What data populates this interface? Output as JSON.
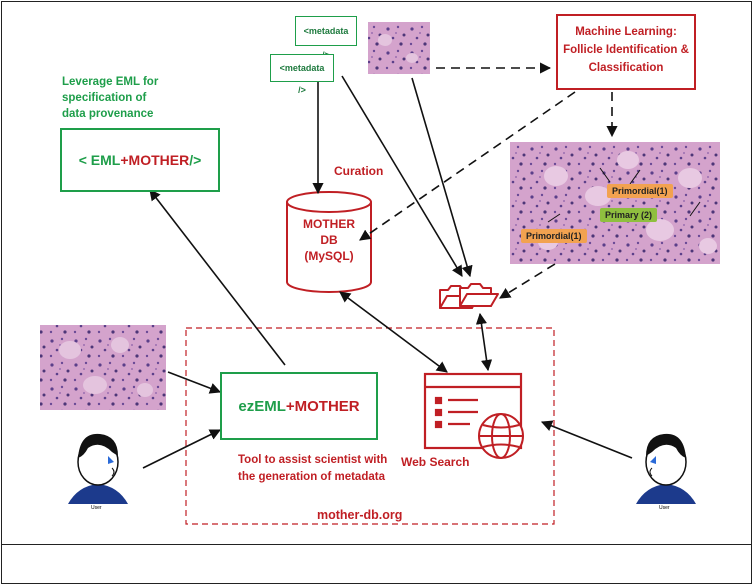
{
  "provenance_text": [
    "Leverage EML for",
    "specification of",
    "data provenance"
  ],
  "eml_box": {
    "prefix": "< EML",
    "plus": "+",
    "mother": "MOTHER",
    "suffix": " />"
  },
  "metadata_tag": "<metadata />",
  "ml_box": [
    "Machine Learning:",
    "Follicle Identification &",
    "Classification"
  ],
  "curation": "Curation",
  "db": [
    "MOTHER",
    "DB",
    "(MySQL)"
  ],
  "histology_labels": {
    "primordial_left": "Primordial(1)",
    "primordial_top": "Primordial(1)",
    "primary": "Primary (2)"
  },
  "ezeml_box": {
    "ez": "ezEML",
    "plus": "+",
    "mother": "MOTHER"
  },
  "tool_text": [
    "Tool to assist scientist with",
    "the generation of metadata"
  ],
  "web_search": "Web Search",
  "site": "mother-db.org",
  "user_label": "User",
  "colors": {
    "green": "#1e9e4a",
    "red": "#c01f24",
    "tissue": "#c98fc0"
  }
}
